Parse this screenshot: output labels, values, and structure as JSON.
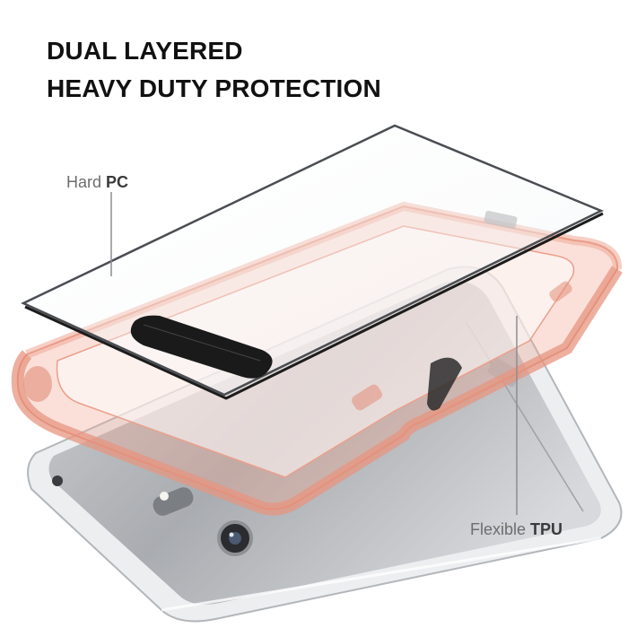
{
  "headline": {
    "line1": "DUAL LAYERED",
    "line2": "HEAVY DUTY PROTECTION"
  },
  "callouts": {
    "pc": {
      "prefix": "Hard ",
      "emphasis": "PC"
    },
    "tpu": {
      "prefix": "Flexible ",
      "emphasis": "TPU"
    }
  },
  "colors": {
    "bumper": "#f2a793",
    "bumper_edge": "#e0836e",
    "phone_body": "#c9cbce",
    "phone_frame": "#eceef0",
    "screen_tint": "#f6f8f9",
    "text_dark": "#111111",
    "text_gray": "#6d6d6d"
  }
}
